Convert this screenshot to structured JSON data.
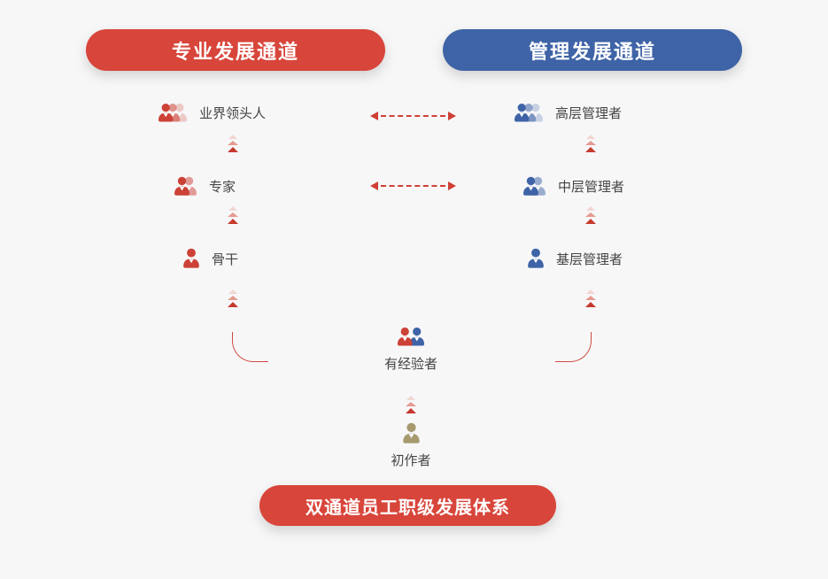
{
  "channels": {
    "professional": {
      "title": "专业发展通道",
      "color": "#d8453a",
      "levels": [
        {
          "label": "业界领头人",
          "icon": "people-group-3-red-icon"
        },
        {
          "label": "专家",
          "icon": "people-group-2-red-icon"
        },
        {
          "label": "骨干",
          "icon": "person-red-icon"
        }
      ]
    },
    "management": {
      "title": "管理发展通道",
      "color": "#3e63a6",
      "levels": [
        {
          "label": "高层管理者",
          "icon": "people-group-3-blue-icon"
        },
        {
          "label": "中层管理者",
          "icon": "people-group-2-blue-icon"
        },
        {
          "label": "基层管理者",
          "icon": "person-blue-icon"
        }
      ]
    }
  },
  "entry_path": {
    "experienced": {
      "label": "有经验者",
      "icon": "person-pair-red-blue-icon"
    },
    "beginner": {
      "label": "初作者",
      "icon": "person-olive-icon"
    }
  },
  "footer": {
    "label": "双通道员工职级发展体系",
    "color": "#d8453a"
  },
  "connectors": {
    "exchange_arrows": 2,
    "ascend_arrows": 7,
    "arrow_color": "#cf3f34",
    "arrow_fade_colors": [
      "#f2d6d2",
      "#e59a91",
      "#c63a2e"
    ]
  },
  "colors": {
    "red": "#d8453a",
    "blue": "#3e63a6",
    "olive": "#a79a6f",
    "text": "#454545",
    "background": "#f7f7f8"
  }
}
